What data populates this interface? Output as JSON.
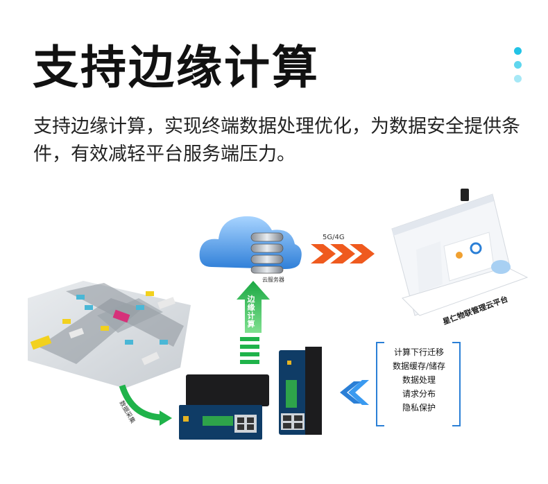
{
  "header": {
    "title": "支持边缘计算",
    "description": "支持边缘计算，实现终端数据处理优化，为数据安全提供条件，有效减轻平台服务端压力。",
    "accent_dots": [
      "#22c3e6",
      "#5fd6ee",
      "#a6e8f6"
    ]
  },
  "diagram": {
    "cloud_label": "云服务器",
    "link_label": "5G/4G",
    "edge_compute_label": "边缘计算",
    "data_collect_label": "数据采集",
    "platform_label": "星仁物联管理云平台",
    "functions": [
      "计算下行迁移",
      "数据缓存/储存",
      "数据处理",
      "请求分布",
      "隐私保护"
    ],
    "colors": {
      "green": "#1fb34a",
      "orange": "#ef5a1e",
      "blue": "#2a7fd6",
      "cloud": "#3d8fe0"
    }
  }
}
